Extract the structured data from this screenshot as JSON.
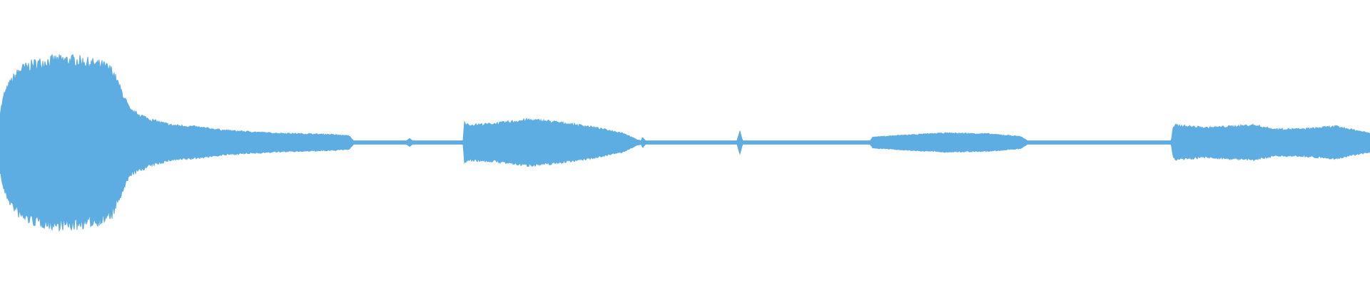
{
  "waveform": {
    "color": "#5dade2",
    "centerline_amplitude": 0.012,
    "envelope": [
      [
        0.0,
        0.22
      ],
      [
        0.003,
        0.36
      ],
      [
        0.008,
        0.46
      ],
      [
        0.015,
        0.55
      ],
      [
        0.025,
        0.59
      ],
      [
        0.04,
        0.62
      ],
      [
        0.055,
        0.62
      ],
      [
        0.065,
        0.6
      ],
      [
        0.075,
        0.58
      ],
      [
        0.082,
        0.54
      ],
      [
        0.088,
        0.4
      ],
      [
        0.095,
        0.24
      ],
      [
        0.11,
        0.17
      ],
      [
        0.125,
        0.13
      ],
      [
        0.14,
        0.12
      ],
      [
        0.165,
        0.09
      ],
      [
        0.2,
        0.07
      ],
      [
        0.24,
        0.06
      ],
      [
        0.255,
        0.05
      ],
      [
        0.258,
        0.012
      ],
      [
        0.297,
        0.012
      ],
      [
        0.299,
        0.03
      ],
      [
        0.301,
        0.012
      ],
      [
        0.338,
        0.012
      ],
      [
        0.339,
        0.15
      ],
      [
        0.342,
        0.13
      ],
      [
        0.36,
        0.14
      ],
      [
        0.385,
        0.17
      ],
      [
        0.4,
        0.16
      ],
      [
        0.43,
        0.12
      ],
      [
        0.455,
        0.07
      ],
      [
        0.465,
        0.02
      ],
      [
        0.468,
        0.012
      ],
      [
        0.469,
        0.04
      ],
      [
        0.471,
        0.012
      ],
      [
        0.538,
        0.012
      ],
      [
        0.54,
        0.09
      ],
      [
        0.542,
        0.012
      ],
      [
        0.635,
        0.012
      ],
      [
        0.637,
        0.04
      ],
      [
        0.66,
        0.055
      ],
      [
        0.69,
        0.07
      ],
      [
        0.72,
        0.065
      ],
      [
        0.745,
        0.045
      ],
      [
        0.75,
        0.012
      ],
      [
        0.855,
        0.012
      ],
      [
        0.856,
        0.1
      ],
      [
        0.858,
        0.13
      ],
      [
        0.88,
        0.11
      ],
      [
        0.915,
        0.13
      ],
      [
        0.93,
        0.1
      ],
      [
        0.95,
        0.1
      ],
      [
        0.975,
        0.12
      ],
      [
        0.99,
        0.09
      ],
      [
        1.0,
        0.07
      ]
    ]
  }
}
